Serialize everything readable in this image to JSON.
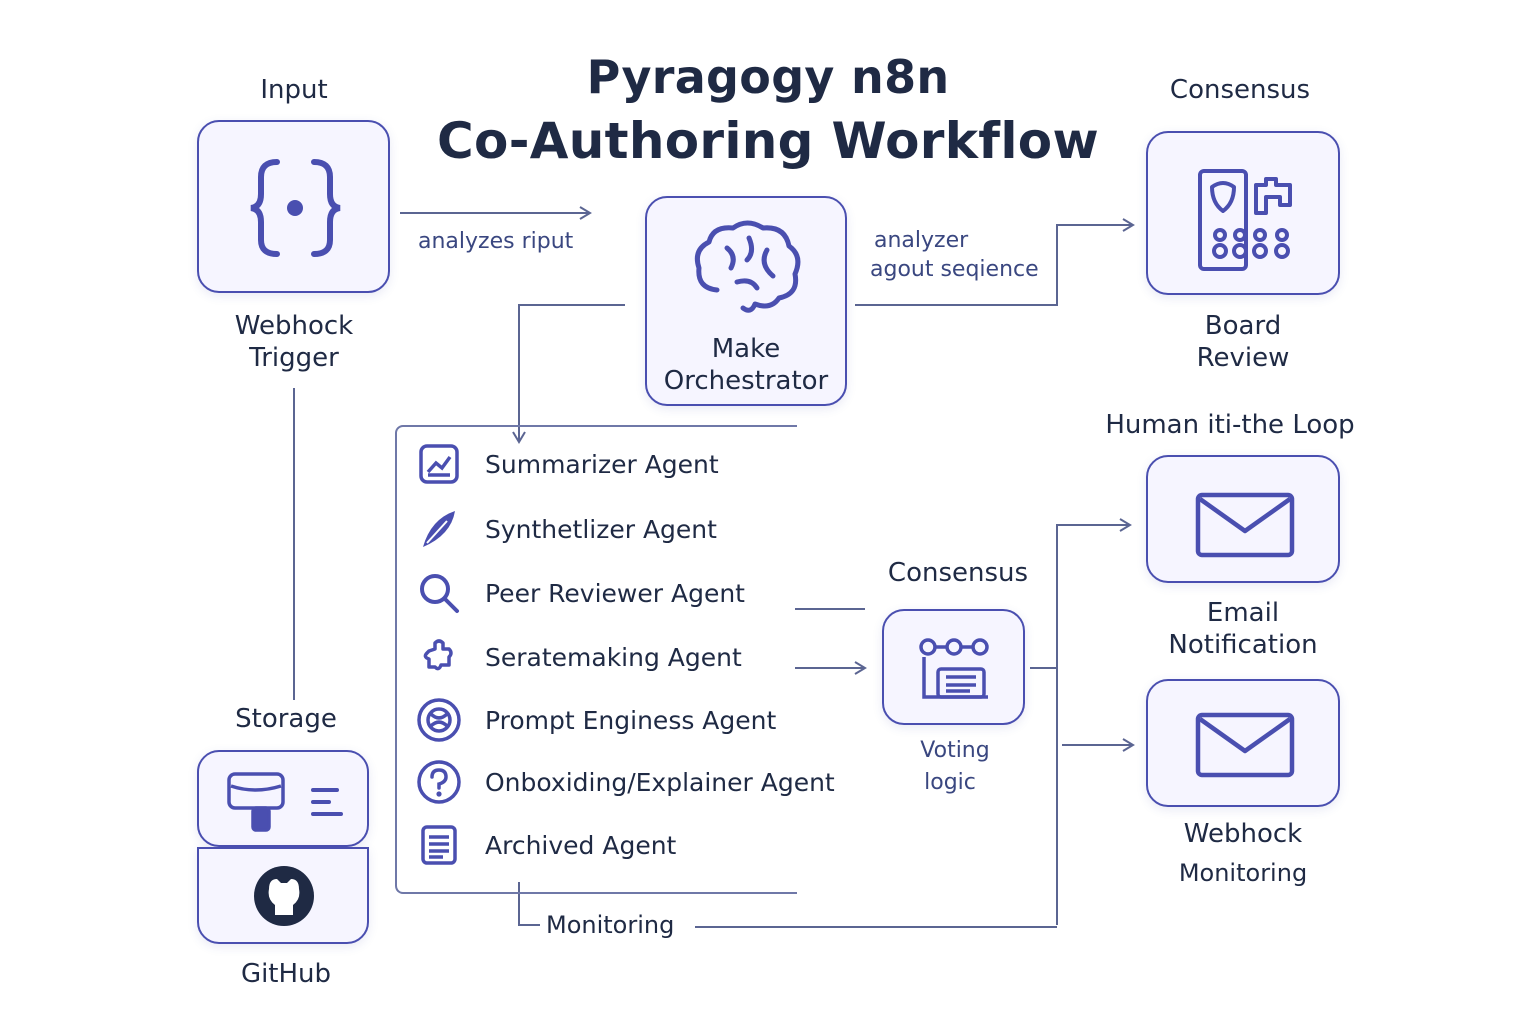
{
  "title": {
    "line1": "Pyragogy n8n",
    "line2": "Co-Authoring Workflow"
  },
  "input": {
    "heading": "Input",
    "name_line1": "Webhock",
    "name_line2": "Trigger",
    "icon": "braces-icon"
  },
  "orchestrator": {
    "name_line1": "Make",
    "name_line2": "Orchestrator",
    "icon": "brain-icon"
  },
  "edge_labels": {
    "input_to_orch": "analyzes riput",
    "orch_to_board_1": "analyzer",
    "orch_to_board_2": "agout seqience",
    "monitoring": "Monitoring"
  },
  "board": {
    "heading": "Consensus",
    "name_line1": "Board",
    "name_line2": "Review",
    "icon": "board-icon"
  },
  "agents": [
    {
      "label": "Summarizer Agent",
      "icon": "chart-icon"
    },
    {
      "label": "Synthetlizer Agent",
      "icon": "feather-icon"
    },
    {
      "label": "Peer Reviewer Agent",
      "icon": "magnifier-icon"
    },
    {
      "label": "Seratemaking Agent",
      "icon": "puzzle-icon"
    },
    {
      "label": "Prompt Enginess Agent",
      "icon": "gear-globe-icon"
    },
    {
      "label": "Onboxiding/Explainer Agent",
      "icon": "question-icon"
    },
    {
      "label": "Archived Agent",
      "icon": "document-icon"
    }
  ],
  "consensus": {
    "heading": "Consensus",
    "name_line1": "Voting",
    "name_line2": "logic",
    "icon": "voting-icon"
  },
  "hitl": {
    "heading": "Human iti-the Loop"
  },
  "email": {
    "name_line1": "Email",
    "name_line2": "Notification",
    "icon": "envelope-icon"
  },
  "webhook_mon": {
    "name_line1": "Webhock",
    "name_line2": "Monitoring",
    "icon": "envelope-icon"
  },
  "storage": {
    "heading": "Storage",
    "name": "GitHub",
    "icons": [
      "storage-icon",
      "lines-icon",
      "github-icon"
    ]
  },
  "colors": {
    "accent": "#4a4fb0",
    "line": "#5b6592",
    "node_bg": "#f6f5ff",
    "text": "#1f2a44"
  }
}
